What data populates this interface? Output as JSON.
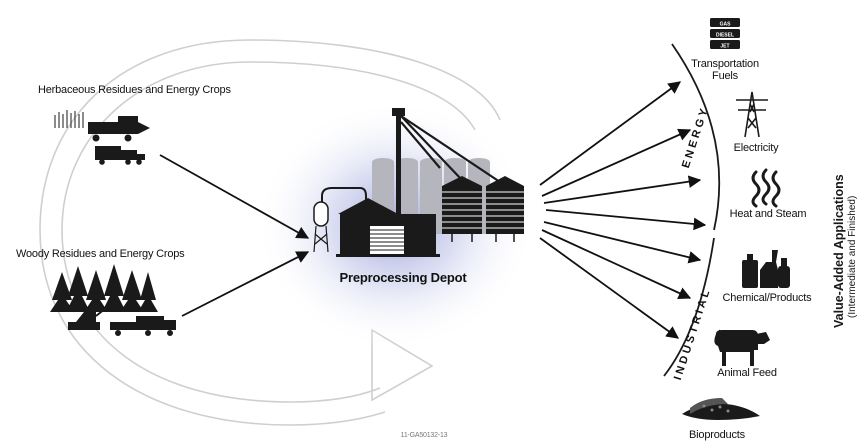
{
  "inputs": {
    "herbaceous": "Herbaceous Residues and Energy Crops",
    "woody": "Woody Residues and Energy Crops"
  },
  "depot": {
    "label": "Preprocessing Depot"
  },
  "sectors": {
    "energy": "ENERGY",
    "industrial": "INDUSTRIAL"
  },
  "outputs": {
    "transportation_line1": "Transportation",
    "transportation_line2": "Fuels",
    "electricity": "Electricity",
    "heat_steam": "Heat and Steam",
    "chemical": "Chemical/Products",
    "animal_feed": "Animal Feed",
    "bioproducts": "Bioproducts"
  },
  "barrels": {
    "gas": "GAS",
    "diesel": "DIESEL",
    "jet": "JET"
  },
  "side_title": {
    "main": "Value-Added Applications",
    "sub": "(Intermediate and Finished)"
  },
  "figure_id": "11-GA50132-13",
  "colors": {
    "glow": "#a9b0dc",
    "ink": "#1a1a1a",
    "cycle": "#d4d4d4"
  }
}
